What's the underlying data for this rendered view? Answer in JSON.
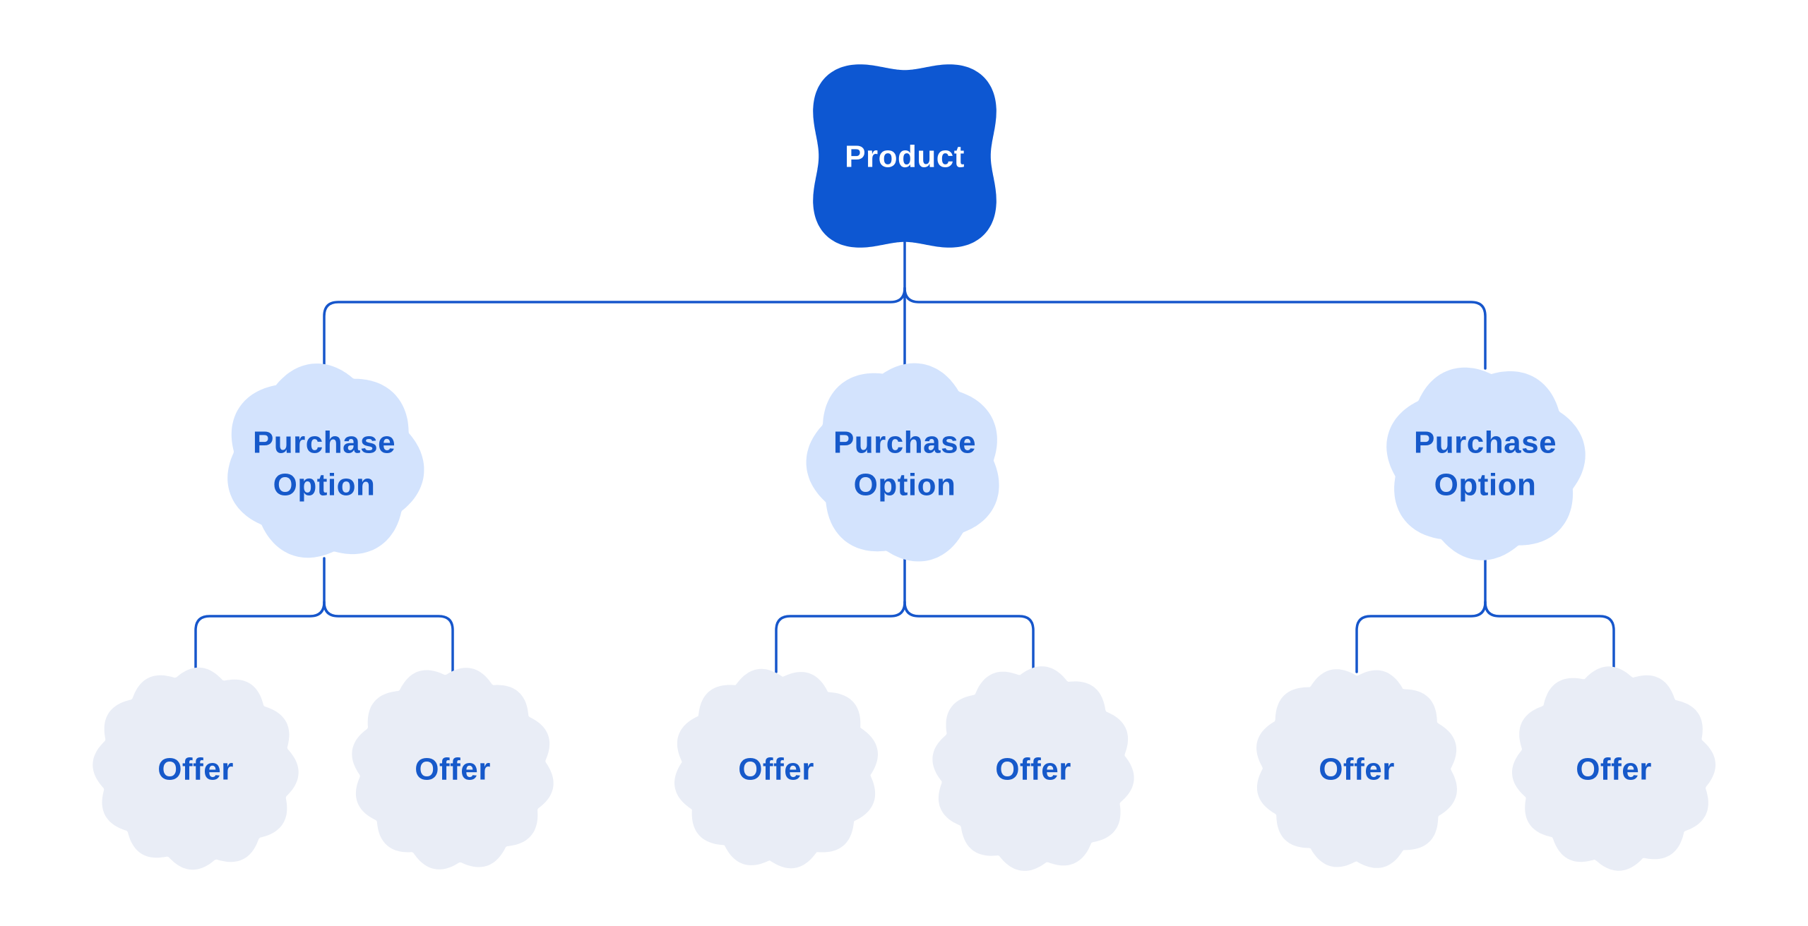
{
  "diagram": {
    "background": "#FFFFFF",
    "colors": {
      "product_fill": "#0D57D2",
      "product_text": "#FFFFFF",
      "purchase_fill": "#D3E3FD",
      "offer_fill": "#E9EDF6",
      "node_text": "#1659CA",
      "connector": "#1656CB"
    },
    "nodes": {
      "product": {
        "label": "Product"
      },
      "purchase_options": [
        {
          "label_line1": "Purchase",
          "label_line2": "Option"
        },
        {
          "label_line1": "Purchase",
          "label_line2": "Option"
        },
        {
          "label_line1": "Purchase",
          "label_line2": "Option"
        }
      ],
      "offers": [
        {
          "label": "Offer"
        },
        {
          "label": "Offer"
        },
        {
          "label": "Offer"
        },
        {
          "label": "Offer"
        },
        {
          "label": "Offer"
        },
        {
          "label": "Offer"
        }
      ]
    },
    "hierarchy": {
      "root": "Product",
      "levels": [
        "Product",
        "Purchase Option",
        "Offer"
      ],
      "edges": [
        {
          "from": "Product",
          "to": "Purchase Option",
          "count": 3
        },
        {
          "from": "Purchase Option",
          "to": "Offer",
          "count_each": 2
        }
      ]
    }
  }
}
